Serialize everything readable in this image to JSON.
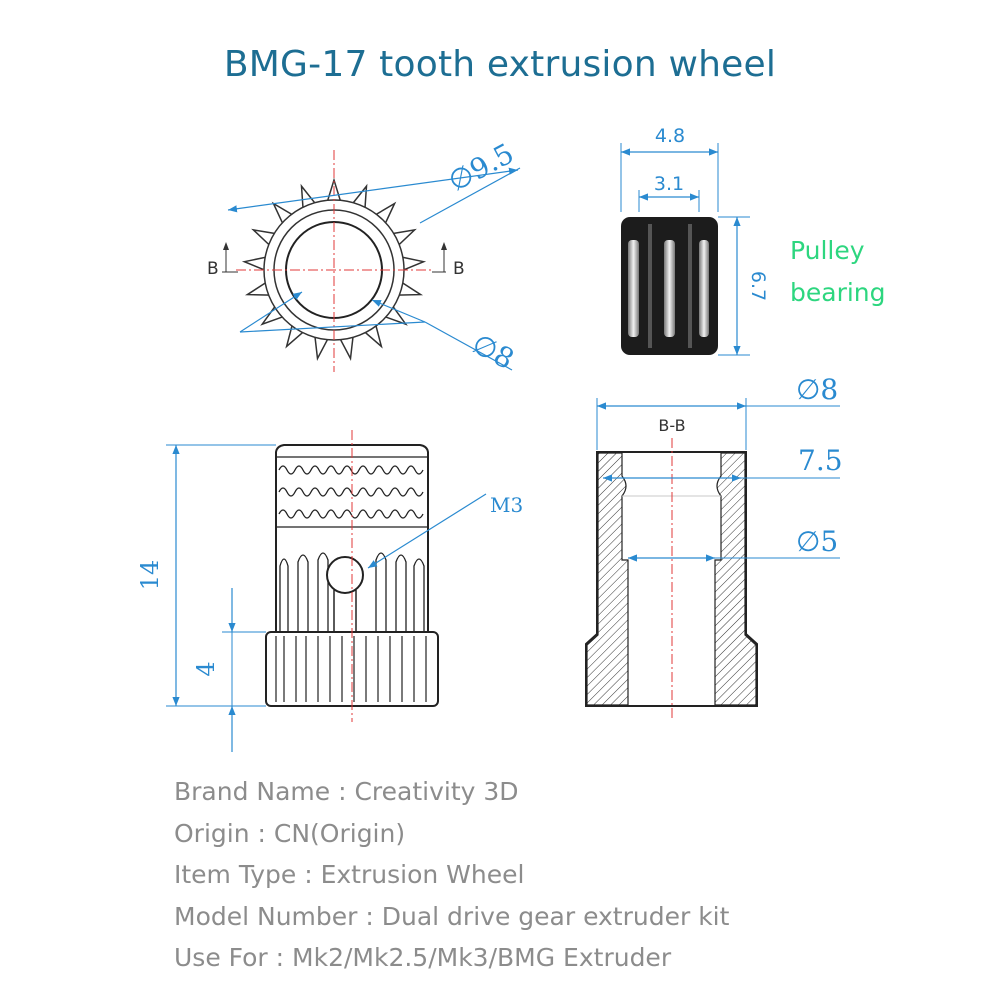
{
  "title": "BMG-17 tooth extrusion wheel",
  "diagram": {
    "top_view": {
      "outer_diameter": "∅9.5",
      "inner_diameter": "∅8",
      "section_marker": "B"
    },
    "bearing": {
      "width_outer": "4.8",
      "width_inner": "3.1",
      "height": "6.7",
      "label_line1": "Pulley",
      "label_line2": "bearing"
    },
    "side_view": {
      "height_total": "14",
      "height_lower": "4",
      "screw": "M3"
    },
    "section_view": {
      "title": "B-B",
      "outer_diameter": "∅8",
      "groove": "7.5",
      "bore": "∅5"
    }
  },
  "colors": {
    "title": "#1d6e93",
    "dimension": "#2a8ad0",
    "label": "#2dd67f",
    "specs": "#8c8c8c",
    "center_line": "#e03a3a"
  },
  "specs": [
    "Brand Name : Creativity 3D",
    "Origin : CN(Origin)",
    "Item Type : Extrusion Wheel",
    "Model Number : Dual drive gear extruder kit",
    "Use For : Mk2/Mk2.5/Mk3/BMG Extruder"
  ]
}
